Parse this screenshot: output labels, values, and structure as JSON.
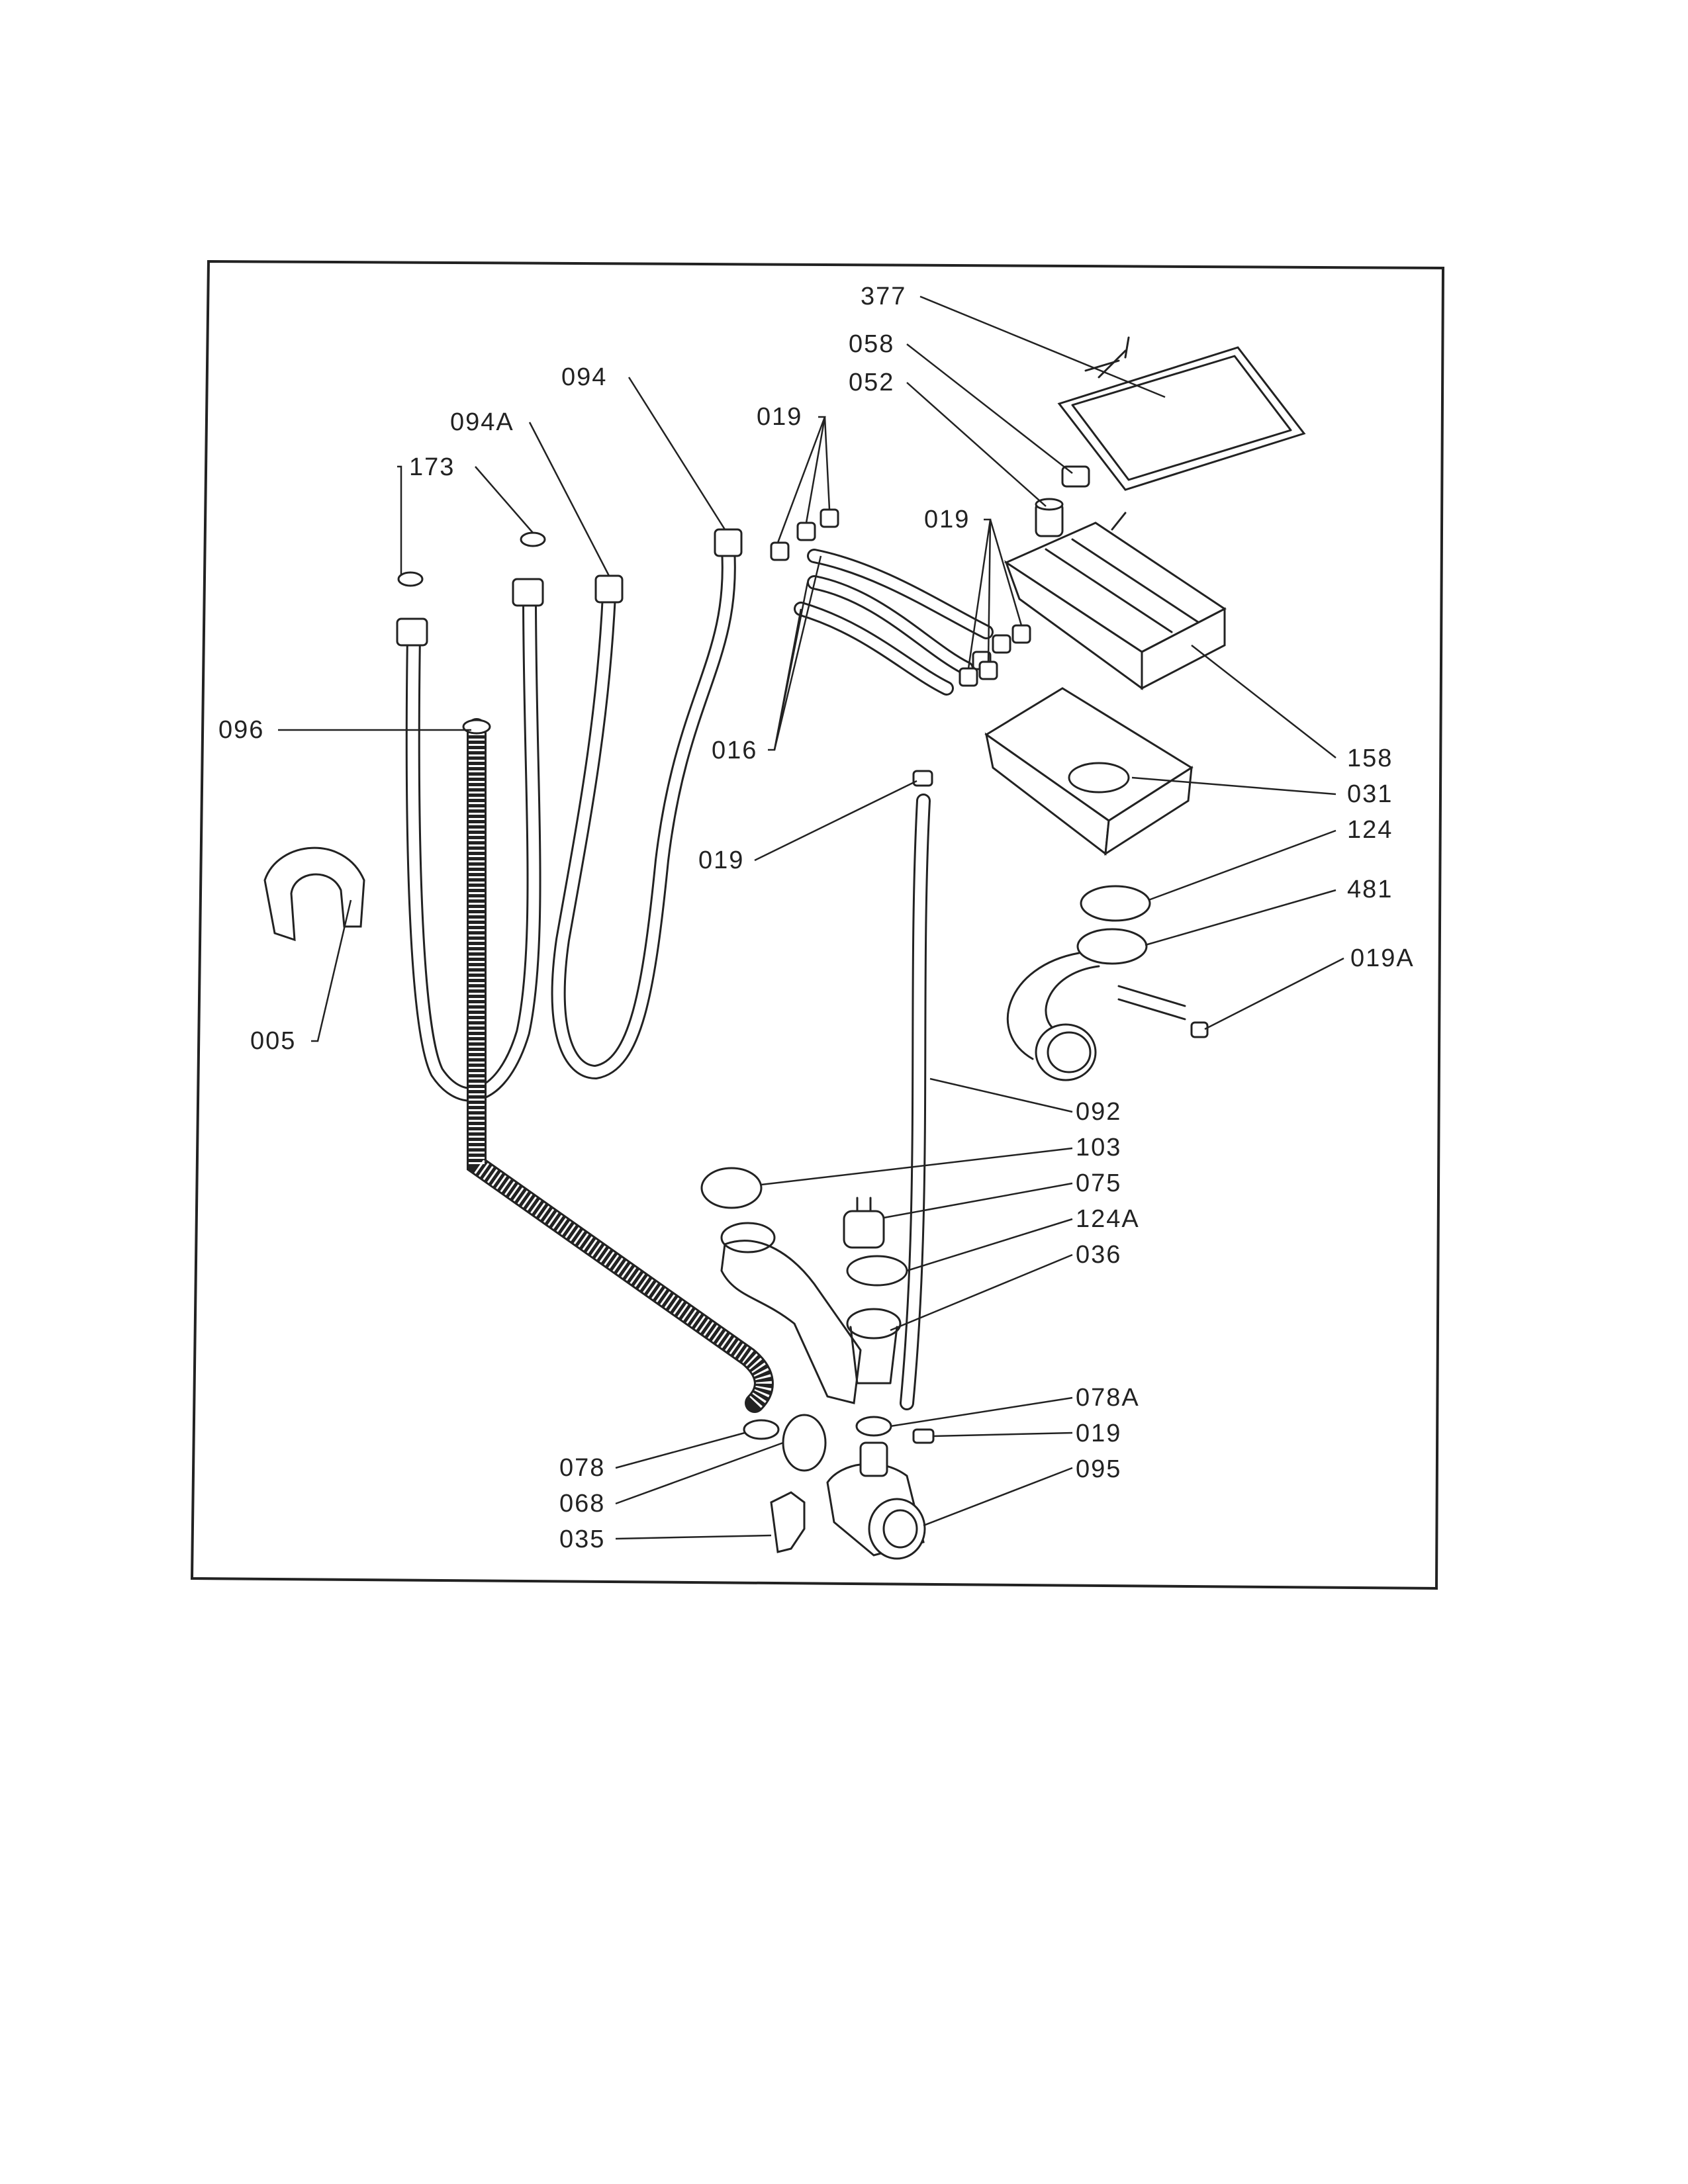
{
  "parts": [
    {
      "id": "p377",
      "label": "377"
    },
    {
      "id": "p058",
      "label": "058"
    },
    {
      "id": "p052",
      "label": "052"
    },
    {
      "id": "p094",
      "label": "094"
    },
    {
      "id": "p094a",
      "label": "094A"
    },
    {
      "id": "p173",
      "label": "173"
    },
    {
      "id": "p019a",
      "label": "019"
    },
    {
      "id": "p019b",
      "label": "019"
    },
    {
      "id": "p096",
      "label": "096"
    },
    {
      "id": "p016",
      "label": "016"
    },
    {
      "id": "p158",
      "label": "158"
    },
    {
      "id": "p031",
      "label": "031"
    },
    {
      "id": "p124",
      "label": "124"
    },
    {
      "id": "p019c",
      "label": "019"
    },
    {
      "id": "p481",
      "label": "481"
    },
    {
      "id": "p019A",
      "label": "019A"
    },
    {
      "id": "p005",
      "label": "005"
    },
    {
      "id": "p092",
      "label": "092"
    },
    {
      "id": "p103",
      "label": "103"
    },
    {
      "id": "p075",
      "label": "075"
    },
    {
      "id": "p124A",
      "label": "124A"
    },
    {
      "id": "p036",
      "label": "036"
    },
    {
      "id": "p078A",
      "label": "078A"
    },
    {
      "id": "p019d",
      "label": "019"
    },
    {
      "id": "p095",
      "label": "095"
    },
    {
      "id": "p078",
      "label": "078"
    },
    {
      "id": "p068",
      "label": "068"
    },
    {
      "id": "p035",
      "label": "035"
    }
  ]
}
